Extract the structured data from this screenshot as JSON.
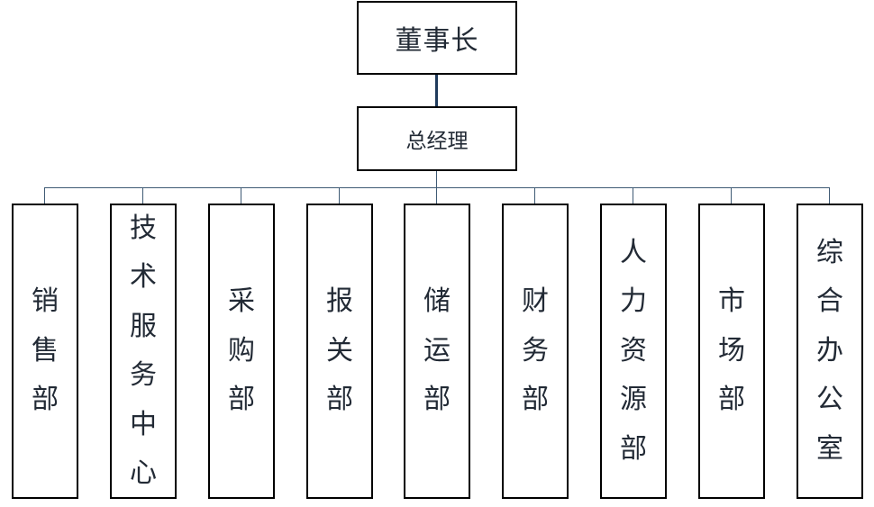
{
  "chairman": "董事长",
  "general_manager": "总经理",
  "departments": [
    "销售部",
    "技术服务中心",
    "采购部",
    "报关部",
    "储运部",
    "财务部",
    "人力资源部",
    "市场部",
    "综合办公室"
  ],
  "colors": {
    "box_border": "#000000",
    "text": "#222a35",
    "connector": "#3f5a74",
    "chairman_connector": "#1f3b5c"
  }
}
